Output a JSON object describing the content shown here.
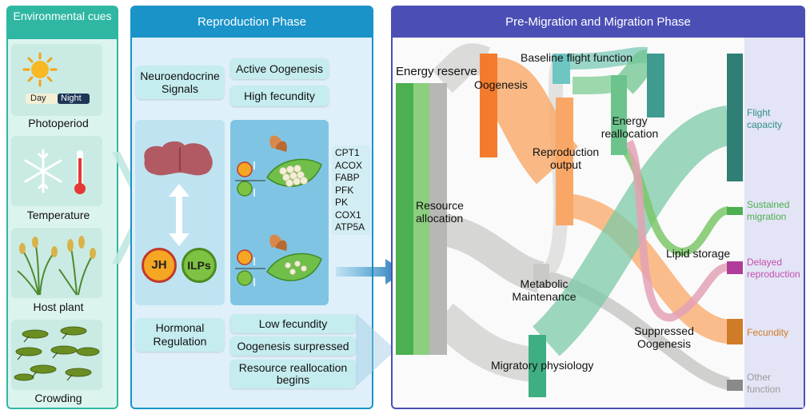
{
  "env": {
    "title": "Environmental cues",
    "cues": [
      {
        "label": "Photoperiod",
        "icon": "sun-moon-icon"
      },
      {
        "label": "Temperature",
        "icon": "snowflake-thermometer-icon"
      },
      {
        "label": "Host plant",
        "icon": "rice-plant-icon"
      },
      {
        "label": "Crowding",
        "icon": "locust-swarm-icon"
      }
    ],
    "day_label": "Day",
    "night_label": "Night"
  },
  "reproduction": {
    "title": "Reproduction Phase",
    "neuro_signals": "Neuroendocrine Signals",
    "active_oogenesis": "Active Oogenesis",
    "high_fecundity": "High fecundity",
    "hormonal_regulation": "Hormonal Regulation",
    "low_fecundity": "Low fecundity",
    "oogenesis_suppressed": "Oogenesis surpressed",
    "resource_reallocation": "Resource reallocation begins",
    "jh": "JH",
    "ilps": "ILPs",
    "genes": [
      "CPT1",
      "ACOX",
      "FABP",
      "PFK",
      "PK",
      "COX1",
      "ATP5A"
    ]
  },
  "migration": {
    "title": "Pre-Migration and Migration Phase",
    "nodes": {
      "energy_reserve": "Energy reserve",
      "resource_allocation": "Resource allocation",
      "oogenesis": "Oogenesis",
      "baseline_flight": "Baseline flight function",
      "energy_reallocation": "Energy reallocation",
      "reproduction_output": "Reproduction output",
      "metabolic_maintenance": "Metabolic Maintenance",
      "migratory_physiology": "Migratory physiology",
      "lipid_storage": "Lipid storage",
      "suppressed_oogenesis": "Suppressed Oogenesis"
    },
    "outputs": [
      {
        "label": "Flight capacity",
        "color": "#2f8f88"
      },
      {
        "label": "Sustained migration",
        "color": "#4caf50"
      },
      {
        "label": "Delayed reproduction",
        "color": "#c34fae"
      },
      {
        "label": "Fecundity",
        "color": "#d07b28"
      },
      {
        "label": "Other function",
        "color": "#9a9a9a"
      }
    ]
  }
}
